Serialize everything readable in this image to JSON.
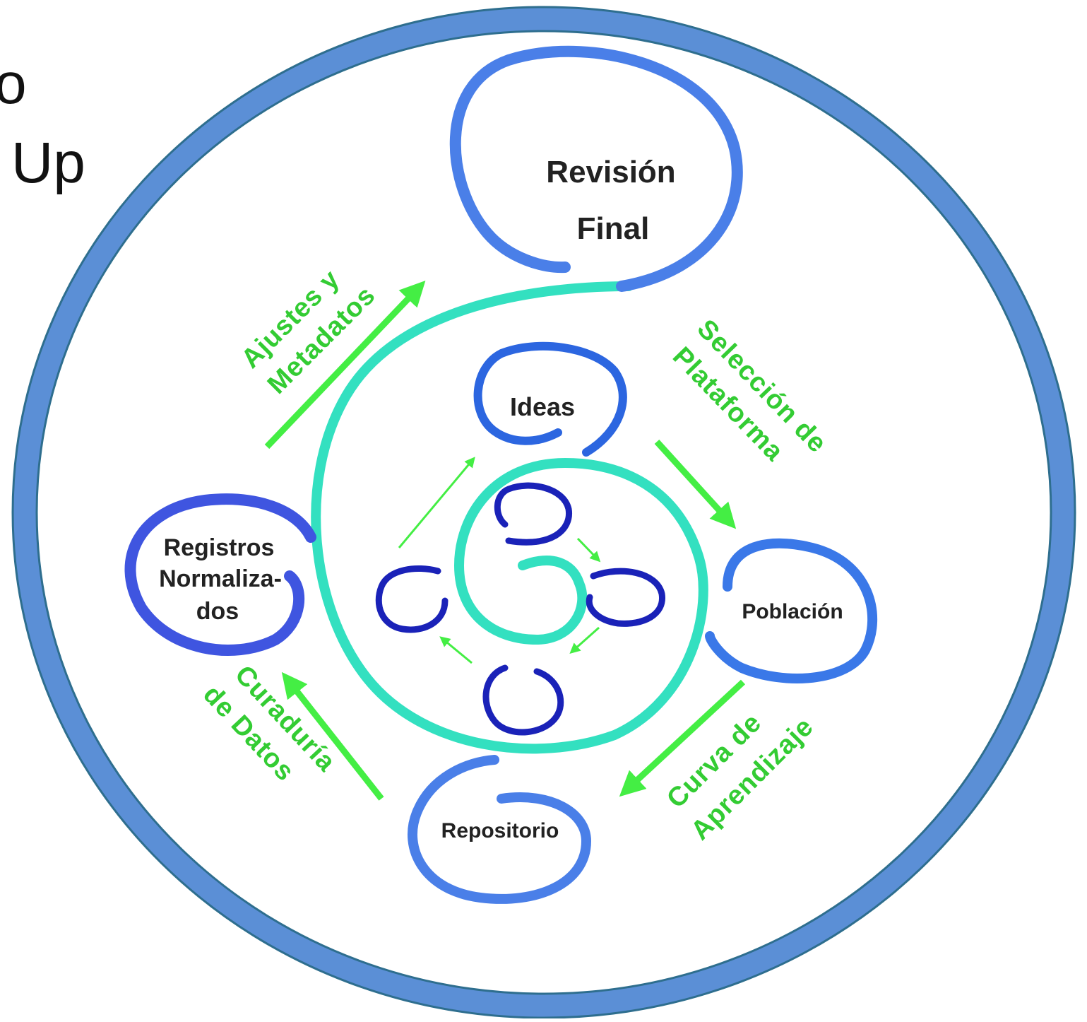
{
  "corner_text": [
    "o",
    "Up"
  ],
  "nodes": {
    "revision": [
      "Revisión",
      "Final"
    ],
    "ideas": "Ideas",
    "registros": [
      "Registros",
      "Normaliza-",
      "dos"
    ],
    "poblacion": "Población",
    "repositorio": "Repositorio"
  },
  "phases": {
    "ajustes": [
      "Ajustes y",
      "Metadatos"
    ],
    "seleccion": [
      "Selección de",
      "Plataforma"
    ],
    "curva": [
      "Curva de",
      "Aprendizaje"
    ],
    "curaduria": [
      "Curaduría",
      "de Datos"
    ]
  },
  "colors": {
    "frame_fill": "#5b8fd6",
    "frame_stroke": "#2e6e8e",
    "spiral_teal": "#33e0c0",
    "loop_blue": "#4a7fe8",
    "loop_dark_blue": "#1a22b8",
    "arrow_green": "#44ee44",
    "label_green": "#33cc33"
  }
}
